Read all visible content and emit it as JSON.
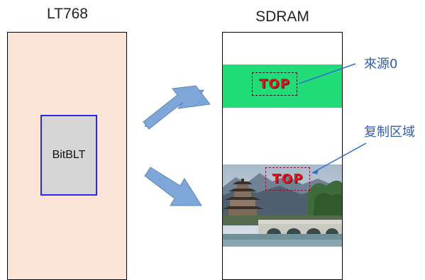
{
  "left_panel": {
    "title": "LT768",
    "module_label": "BitBLT"
  },
  "right_panel": {
    "title": "SDRAM"
  },
  "source_region": {
    "stamp_text": "TOP",
    "color": "#22dd77"
  },
  "destination_region": {
    "stamp_text": "TOP"
  },
  "callouts": {
    "source": "來源0",
    "copy": "复制区域"
  },
  "colors": {
    "left_fill": "#fbe4d5",
    "module_fill": "#d6d6d6",
    "module_border": "#2a2ae6",
    "arrow_fill": "#7fa6d8",
    "callout_line": "#2f6fd0"
  }
}
